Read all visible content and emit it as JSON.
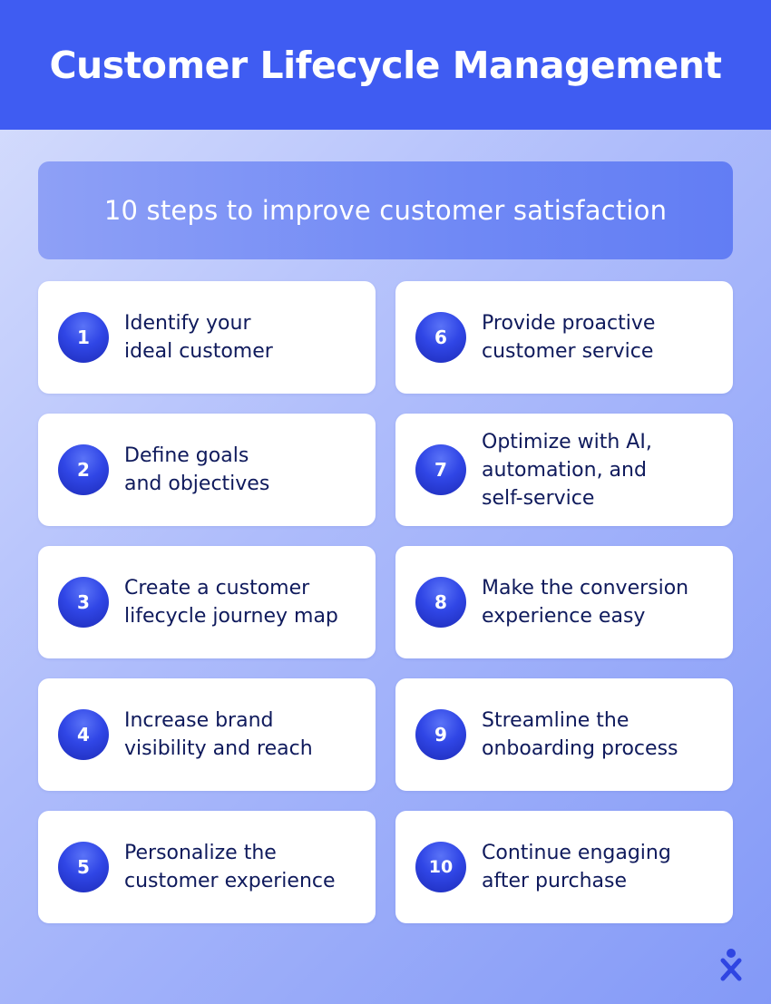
{
  "header": {
    "title": "Customer Lifecycle Management"
  },
  "subtitle": "10 steps to improve customer satisfaction",
  "steps": [
    {
      "number": "1",
      "text": "Identify your\nideal customer"
    },
    {
      "number": "2",
      "text": "Define goals\nand objectives"
    },
    {
      "number": "3",
      "text": "Create a customer\nlifecycle journey map"
    },
    {
      "number": "4",
      "text": "Increase brand\nvisibility and reach"
    },
    {
      "number": "5",
      "text": "Personalize the\ncustomer experience"
    },
    {
      "number": "6",
      "text": "Provide proactive\ncustomer service"
    },
    {
      "number": "7",
      "text": "Optimize with AI,\nautomation, and\nself-service"
    },
    {
      "number": "8",
      "text": "Make the conversion\nexperience easy"
    },
    {
      "number": "9",
      "text": "Streamline the\nonboarding process"
    },
    {
      "number": "10",
      "text": "Continue engaging\nafter purchase"
    }
  ],
  "colors": {
    "header_bg": "#3f5cf2",
    "badge": "#3046e6",
    "text": "#0f1a5c"
  },
  "icons": {
    "brand_logo": "person-x-logo-icon"
  }
}
